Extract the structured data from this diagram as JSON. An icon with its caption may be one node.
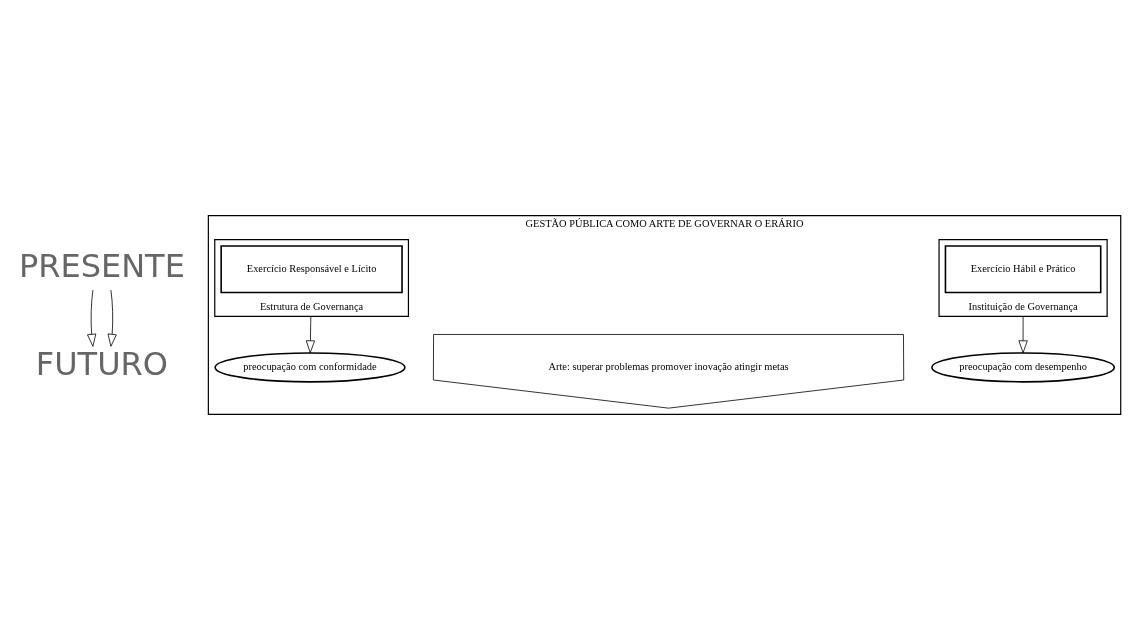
{
  "diagram": {
    "nodes": [
      {
        "text": [
          "PRESENTE"
        ]
      },
      {
        "text": [
          "GESTÃO PÚBLICA COMO ARTE DE GOVERNAR O ERÁRIO"
        ]
      },
      {
        "text": [
          "Estrutura de Governança"
        ],
        "in": 1
      },
      {
        "text": [
          "Exercício Responsável e Lícito"
        ],
        "in": 2
      },
      {
        "text": [
          "Instituição de Governança"
        ],
        "in": 1
      },
      {
        "text": [
          "Exercício Hábil e Prático"
        ],
        "in": 4
      },
      {
        "text": [
          "Arte: superar problemas promover inovação atingir metas"
        ],
        "in": 1
      },
      {
        "text": [
          "preocupação com conformidade"
        ],
        "in": 1
      },
      {
        "text": [
          "preocupação com desempenho"
        ],
        "in": 1
      },
      {
        "text": [
          "FUTURO"
        ]
      }
    ],
    "edges": [
      {
        "from": 2,
        "to": 7,
        "arrow": "to"
      },
      {
        "from": 4,
        "to": 8,
        "arrow": "to"
      },
      {
        "from": 0,
        "to": 9,
        "arrow": "to"
      },
      {
        "from": 0,
        "to": 9,
        "arrow": "to"
      }
    ]
  }
}
